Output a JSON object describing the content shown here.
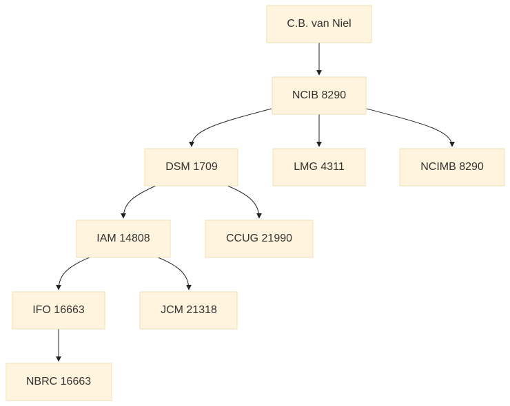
{
  "diagram": {
    "type": "tree",
    "nodes": [
      {
        "id": "vanniel",
        "label": "C.B. van Niel"
      },
      {
        "id": "ncib8290",
        "label": "NCIB 8290"
      },
      {
        "id": "dsm1709",
        "label": "DSM 1709"
      },
      {
        "id": "lmg4311",
        "label": "LMG 4311"
      },
      {
        "id": "ncimb8290",
        "label": "NCIMB 8290"
      },
      {
        "id": "iam14808",
        "label": "IAM 14808"
      },
      {
        "id": "ccug21990",
        "label": "CCUG 21990"
      },
      {
        "id": "ifo16663",
        "label": "IFO 16663"
      },
      {
        "id": "jcm21318",
        "label": "JCM 21318"
      },
      {
        "id": "nbrc16663",
        "label": "NBRC 16663"
      }
    ],
    "edges": [
      {
        "from": "vanniel",
        "to": "ncib8290"
      },
      {
        "from": "ncib8290",
        "to": "dsm1709"
      },
      {
        "from": "ncib8290",
        "to": "lmg4311"
      },
      {
        "from": "ncib8290",
        "to": "ncimb8290"
      },
      {
        "from": "dsm1709",
        "to": "iam14808"
      },
      {
        "from": "dsm1709",
        "to": "ccug21990"
      },
      {
        "from": "iam14808",
        "to": "ifo16663"
      },
      {
        "from": "iam14808",
        "to": "jcm21318"
      },
      {
        "from": "ifo16663",
        "to": "nbrc16663"
      }
    ]
  },
  "colors": {
    "node_fill": "#fff4dd",
    "node_border": "#f0dfb3",
    "edge": "#222222",
    "text": "#333333"
  }
}
